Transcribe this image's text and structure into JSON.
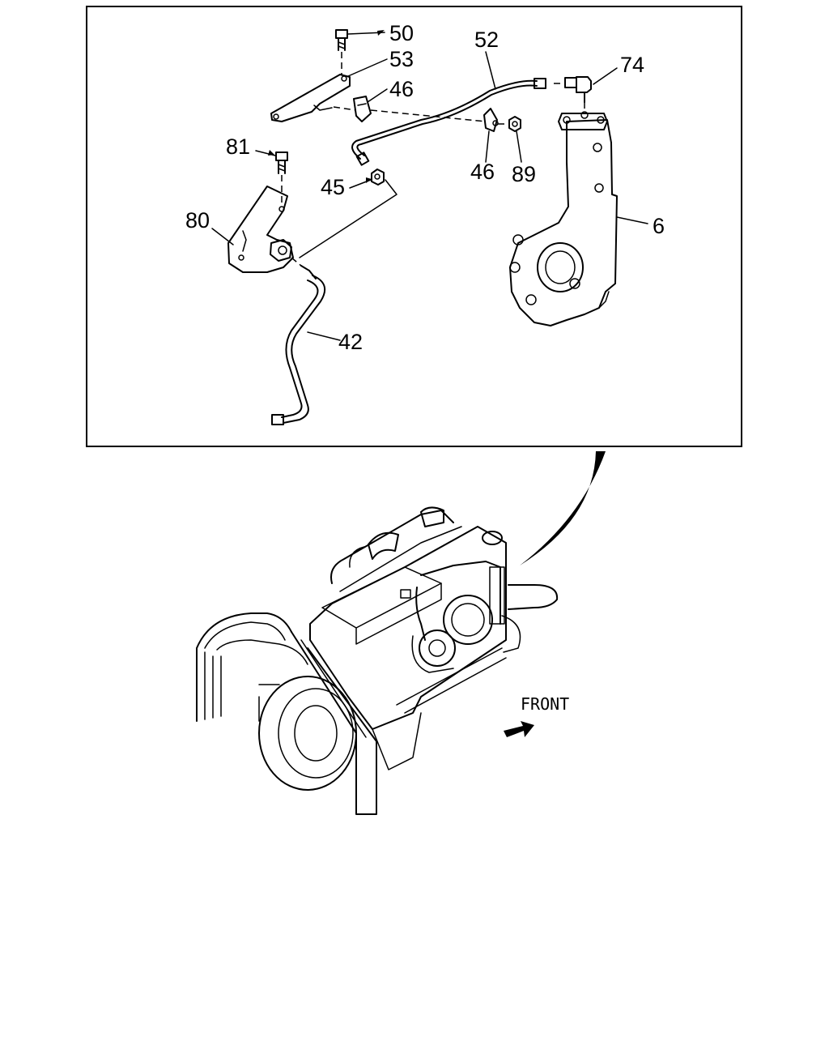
{
  "part_labels": [
    {
      "id": "p50",
      "text": "50"
    },
    {
      "id": "p53",
      "text": "53"
    },
    {
      "id": "p46a",
      "text": "46"
    },
    {
      "id": "p52",
      "text": "52"
    },
    {
      "id": "p74",
      "text": "74"
    },
    {
      "id": "p81",
      "text": "81"
    },
    {
      "id": "p46b",
      "text": "46"
    },
    {
      "id": "p89",
      "text": "89"
    },
    {
      "id": "p45",
      "text": "45"
    },
    {
      "id": "p80",
      "text": "80"
    },
    {
      "id": "p6",
      "text": "6"
    },
    {
      "id": "p42",
      "text": "42"
    }
  ],
  "direction_label": "FRONT",
  "icons": [
    "front-arrow-icon"
  ]
}
